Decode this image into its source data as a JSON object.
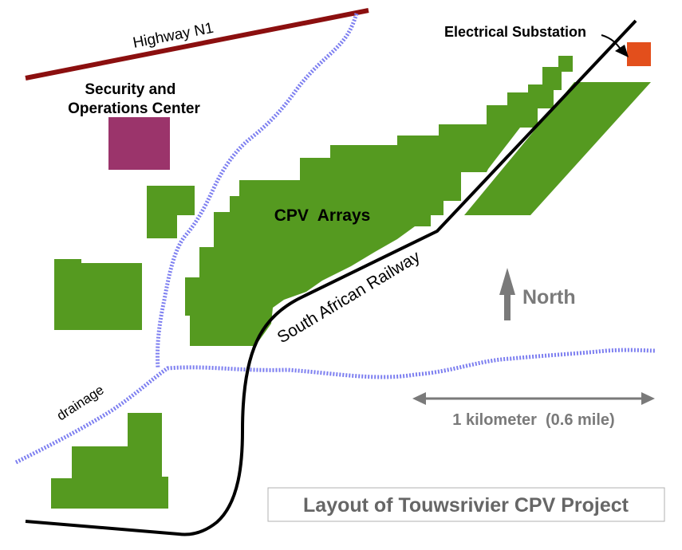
{
  "map": {
    "title": "Layout of Touwsrivier CPV Project",
    "labels": {
      "highway": "Highway N1",
      "security_line1": "Security and",
      "security_line2": "Operations Center",
      "substation": "Electrical Substation",
      "arrays": "CPV  Arrays",
      "railway": "South African Railway",
      "drainage": "drainage",
      "north": "North",
      "scale": "1 kilometer  (0.6 mile)"
    },
    "colors": {
      "arrays": "#559a20",
      "security_center": "#9b346b",
      "substation": "#e34f1c",
      "highway": "#8b0f0f",
      "railway": "#000000",
      "drainage": "#7d7ff0",
      "annotation_gray": "#7a7a7a"
    },
    "icons": {
      "north_arrow": "arrow-up-icon",
      "scale_bar": "double-arrow-icon"
    }
  }
}
